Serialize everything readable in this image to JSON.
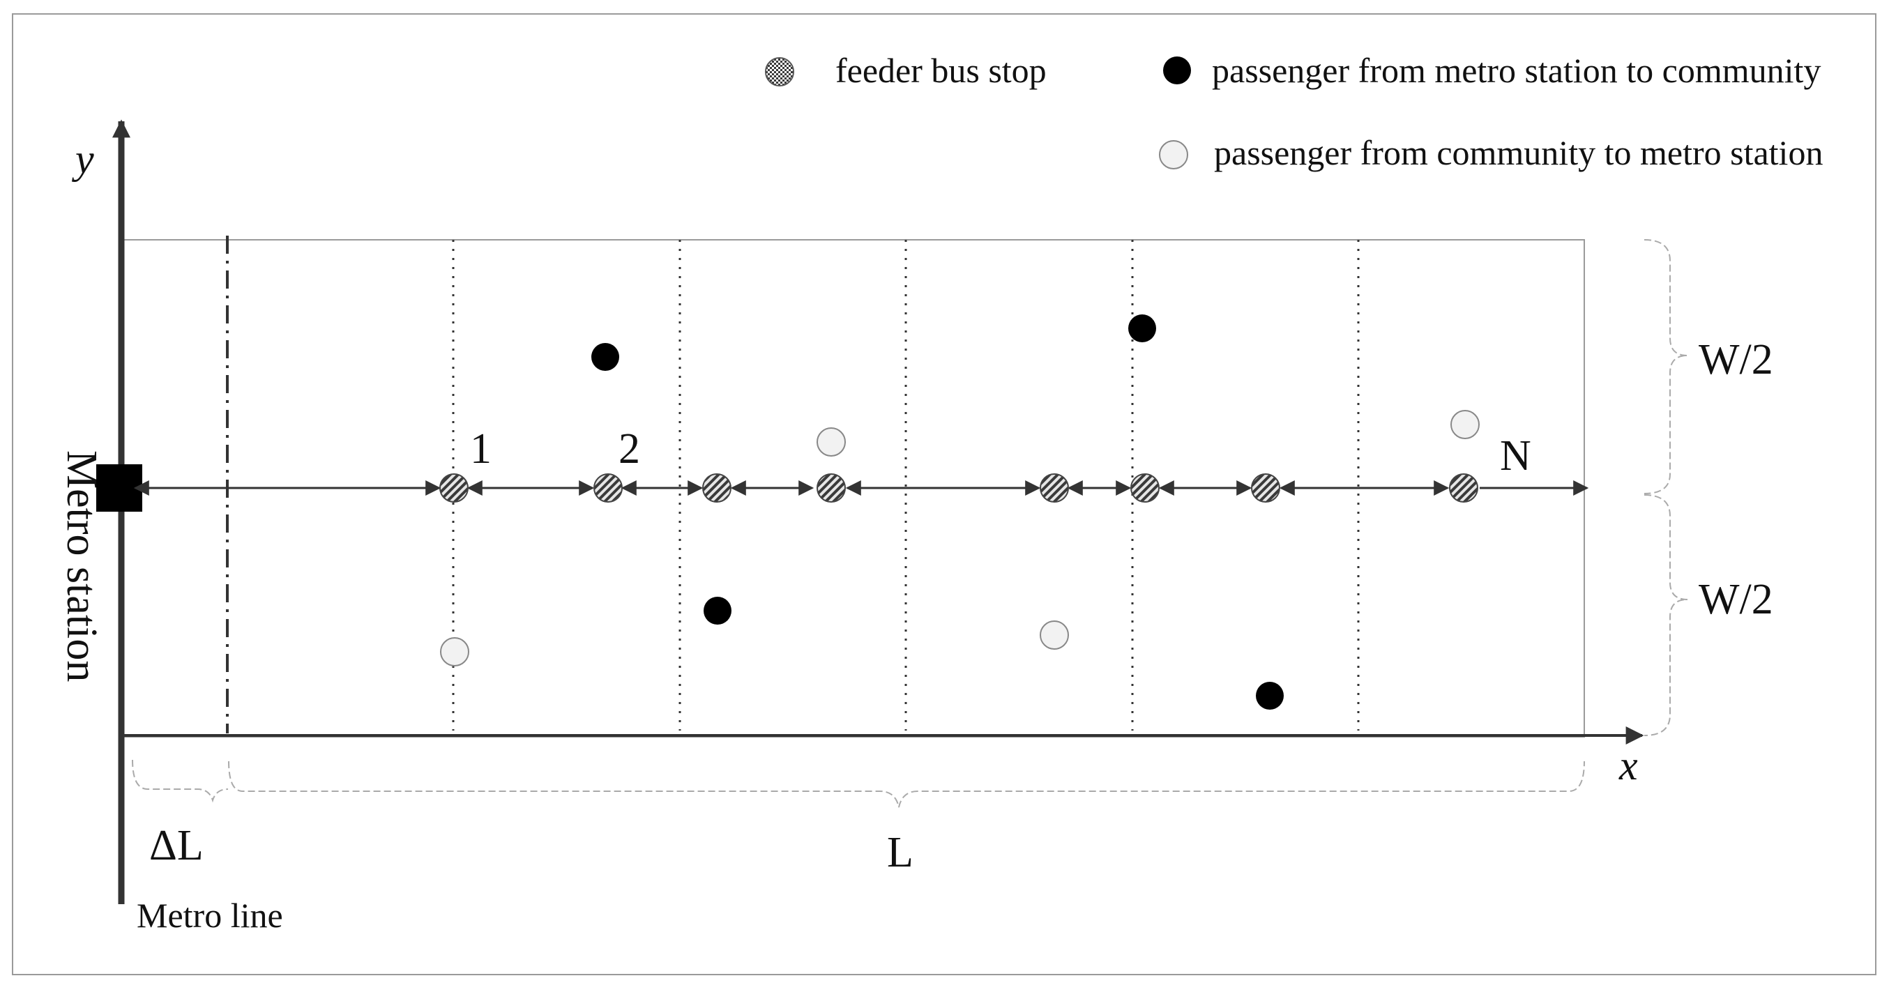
{
  "legend": {
    "bus_stop": "feeder bus stop",
    "to_community": "passenger from metro station to community",
    "to_metro": "passenger from community to metro station"
  },
  "axes": {
    "y": "y",
    "x": "x"
  },
  "labels": {
    "metro_station": "Metro station",
    "metro_line": "Metro line",
    "delta_l": "ΔL",
    "l": "L",
    "half_width_top": "W/2",
    "half_width_bottom": "W/2",
    "stop_first": "1",
    "stop_second": "2",
    "stop_last": "N"
  },
  "colors": {
    "line": "#333333",
    "frame": "#9a9a9a",
    "passenger_to_community": "#000000",
    "passenger_to_metro": "#f2f2f2",
    "brace": "#aaaaaa"
  },
  "icons": {
    "bus_stop": "checkered-disc-icon",
    "passenger_to_community": "black-dot-icon",
    "passenger_to_metro": "white-dot-icon",
    "metro_station": "black-square-icon"
  }
}
